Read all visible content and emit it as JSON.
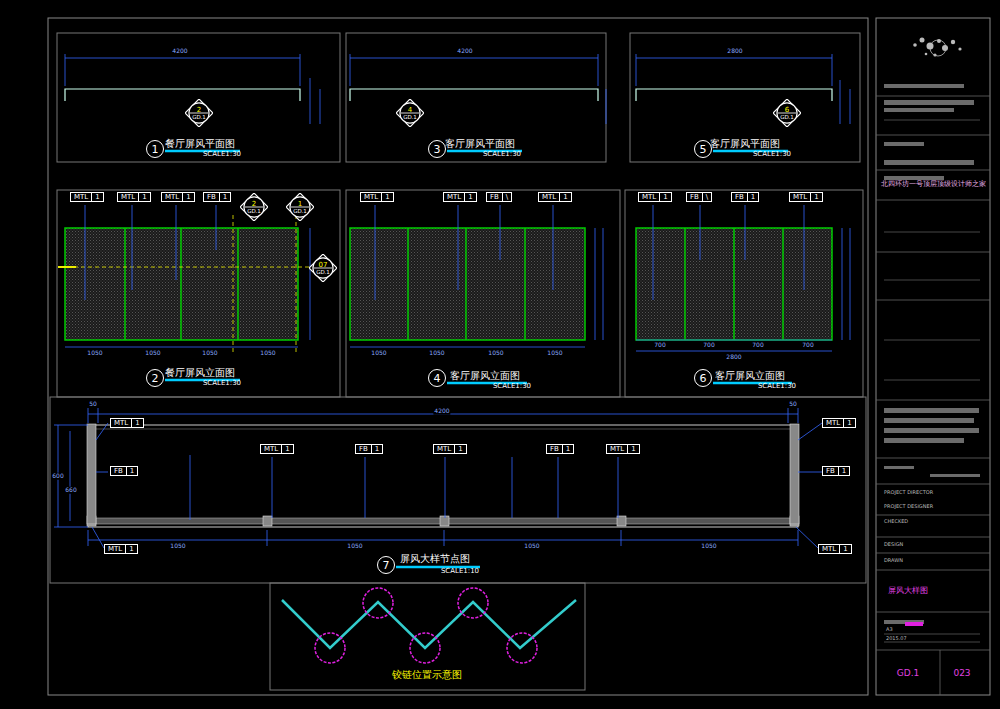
{
  "diagram": {
    "nodes": [
      {
        "text": [
          "1"
        ]
      },
      {
        "text": [
          "3"
        ]
      },
      {
        "text": [
          "5"
        ]
      },
      {
        "text": [
          "2",
          "GD.1"
        ]
      },
      {
        "text": [
          "4",
          "GD.1"
        ]
      },
      {
        "text": [
          "6",
          "GD.1"
        ]
      },
      {
        "text": [
          "MTL",
          "1"
        ]
      },
      {
        "text": [
          "MTL",
          "1"
        ]
      },
      {
        "text": [
          "MTL",
          "1"
        ]
      },
      {
        "text": [
          "FB",
          "1"
        ]
      },
      {
        "text": [
          "2",
          "GD.1"
        ]
      },
      {
        "text": [
          "1",
          "GD.1"
        ]
      },
      {
        "text": [
          "07",
          "GD.1"
        ]
      },
      {
        "text": [
          "2"
        ]
      },
      {
        "text": [
          "MTL",
          "1"
        ]
      },
      {
        "text": [
          "MTL",
          "1"
        ]
      },
      {
        "text": [
          "FB",
          "\\"
        ]
      },
      {
        "text": [
          "MTL",
          "1"
        ]
      },
      {
        "text": [
          "4"
        ]
      },
      {
        "text": [
          "MTL",
          "1"
        ]
      },
      {
        "text": [
          "FB",
          "\\"
        ]
      },
      {
        "text": [
          "FB",
          "1"
        ]
      },
      {
        "text": [
          "MTL",
          "1"
        ]
      },
      {
        "text": [
          "6"
        ]
      },
      {
        "text": [
          "MTL",
          "1"
        ]
      },
      {
        "text": [
          "FB",
          "1"
        ]
      },
      {
        "text": [
          "MTL",
          "1"
        ]
      },
      {
        "text": [
          "FB",
          "1"
        ]
      },
      {
        "text": [
          "MTL",
          "1"
        ]
      },
      {
        "text": [
          "FB",
          "1"
        ]
      },
      {
        "text": [
          "MTL",
          "1"
        ]
      },
      {
        "text": [
          "MTL",
          "1"
        ]
      },
      {
        "text": [
          "FB",
          "1"
        ]
      },
      {
        "text": [
          "MTL",
          "1"
        ]
      },
      {
        "text": [
          "MTL",
          "1"
        ]
      },
      {
        "text": [
          "7"
        ]
      }
    ],
    "labels": [
      "4200",
      "餐厅屏风平面图",
      "SCALE1:30",
      "4200",
      "客厅屏风平面图",
      "SCALE1:30",
      "2800",
      "客厅屏风平面图",
      "SCALE1:30",
      "1050",
      "1050",
      "1050",
      "1050",
      "餐厅屏风立面图",
      "SCALE1:30",
      "1050",
      "1050",
      "1050",
      "1050",
      "客厅屏风立面图",
      "SCALE1:30",
      "700",
      "700",
      "700",
      "700",
      "2800",
      "客厅屏风立面图",
      "SCALE1:30",
      "4200",
      "50",
      "50",
      "600",
      "660",
      "1050",
      "1050",
      "1050",
      "1050",
      "屏风大样节点图",
      "SCALE1:10",
      "铰链位置示意图",
      "北四环坊一号顶层顶级设计师之家",
      "PROJECT DIRECTOR",
      "PROJECT DESIGNER",
      "CHECKED",
      "DESIGN",
      "DRAWN",
      "屏风大样图",
      "A3",
      "2015.07",
      "GD.1",
      "023"
    ]
  }
}
